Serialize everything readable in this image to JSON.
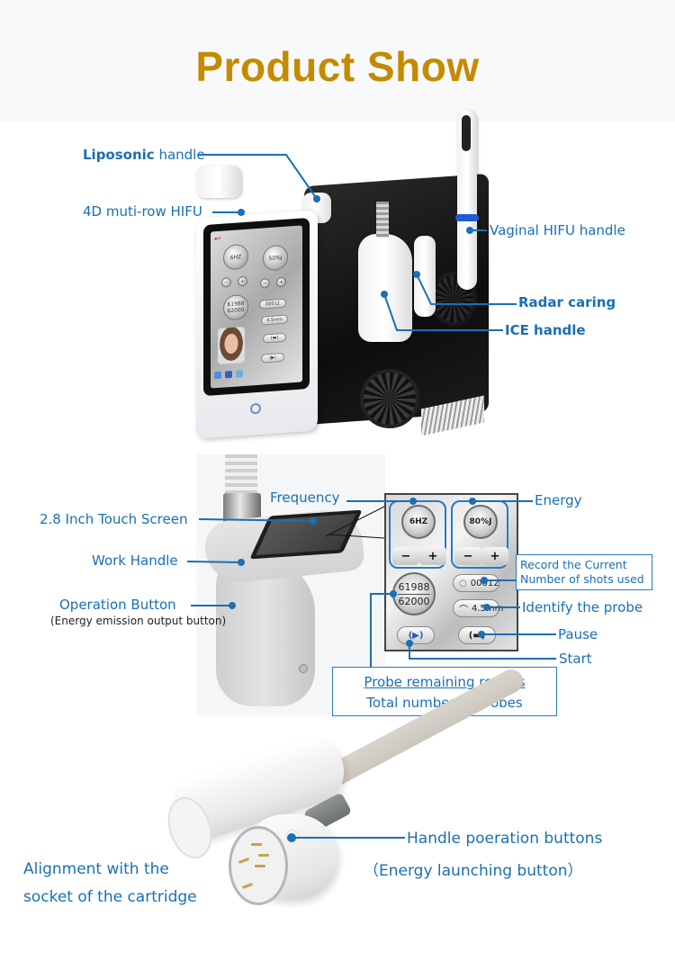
{
  "header": {
    "title": "Product Show",
    "title_color": "#c48a00",
    "background": "#f7f9fb"
  },
  "section_machine": {
    "callouts": {
      "liposonic": {
        "bold": "Liposonic",
        "rest": " handle"
      },
      "hifu_4d": "4D  muti-row  HIFU",
      "vaginal_hifu": "Vaginal HIFU handle",
      "radar_caring": "Radar caring",
      "ice_handle": "ICE handle"
    },
    "screen": {
      "frequency": "6HZ",
      "energy": "50%J",
      "counter_top": "61988",
      "counter_bottom": "62000",
      "shots": "00012",
      "probe": "4.5mm"
    },
    "accent_color": "#1a6fb5"
  },
  "section_handle": {
    "callouts": {
      "touch_screen": "2.8 Inch Touch Screen",
      "work_handle": "Work Handle",
      "operation_button": "Operation Button",
      "operation_button_note": "(Energy emission output button)",
      "frequency": "Frequency",
      "energy": "Energy",
      "record_line1": "Record the Current",
      "record_line2": "Number of shots used",
      "identify_probe": "Identify the probe",
      "pause": "Pause",
      "start": "Start",
      "probe_remaining": "Probe remaining rounds",
      "total_probes": "Total number of probes"
    },
    "panel": {
      "frequency_value": "6HZ",
      "energy_value": "80%J",
      "minus": "−",
      "plus": "+",
      "remaining": "61988",
      "total": "62000",
      "shots_used": "00012",
      "probe_size": "4.5mm",
      "start_icon": "(▶)",
      "pause_icon": "(▬)",
      "drop_icon": "○",
      "probe_icon": "⌒"
    }
  },
  "section_cartridge": {
    "callouts": {
      "handle_buttons": "Handle poeration buttons",
      "handle_buttons_note": "（Energy launching button）",
      "alignment_line1": "Alignment with the",
      "alignment_line2": "socket of the cartridge"
    }
  }
}
